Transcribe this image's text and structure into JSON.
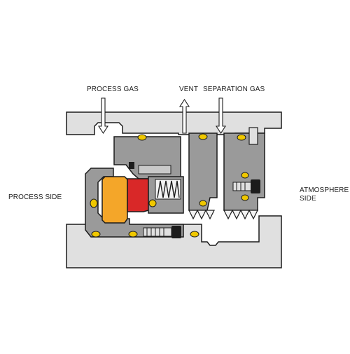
{
  "labels": {
    "process_gas": "PROCESS GAS",
    "vent": "VENT",
    "separation_gas": "SEPARATION GAS",
    "process_side": "PROCESS SIDE",
    "atmosphere_line1": "ATMOSPHERE",
    "atmosphere_line2": "SIDE"
  },
  "colors": {
    "outline": "#1c1c1c",
    "housing_fill": "#e0e0e0",
    "component_fill": "#9a9a9a",
    "component_light": "#c9c9c9",
    "oring": "#f0c800",
    "stationary_face": "#f4a629",
    "rotating_ring": "#d92828",
    "spring": "#f2f2f2",
    "arrow_fill": "#ffffff"
  }
}
